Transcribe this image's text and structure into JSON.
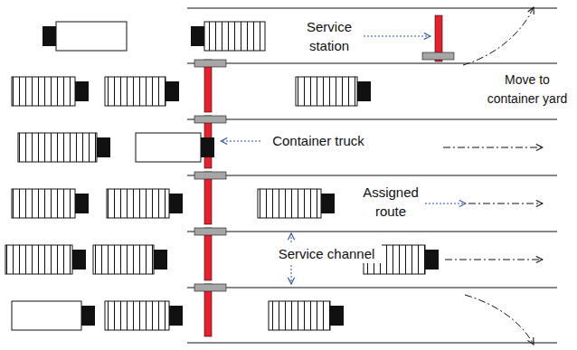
{
  "diagram": {
    "labels": [
      "Service station",
      "Move to container yard",
      "Container truck",
      "Assigned route",
      "Service channel"
    ]
  }
}
